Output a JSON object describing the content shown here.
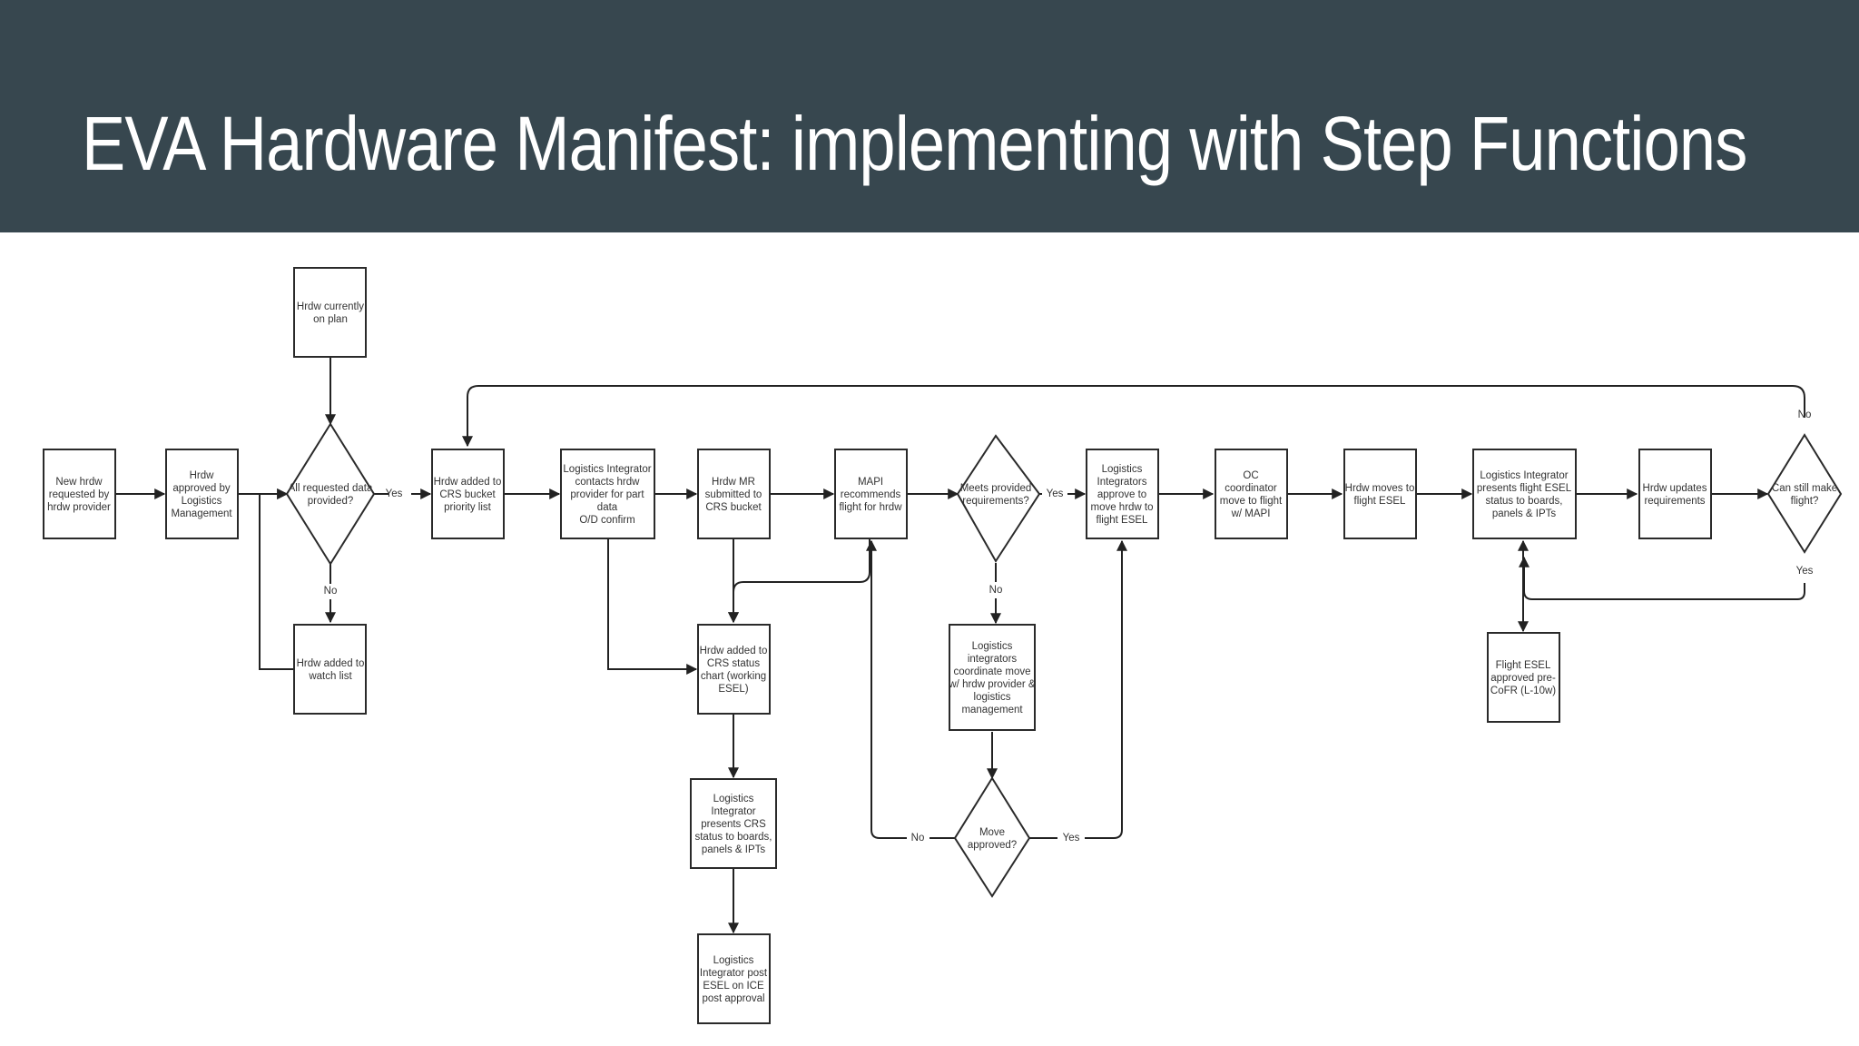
{
  "title": "EVA Hardware Manifest: implementing with Step Functions",
  "nodes": {
    "new_hrdw": [
      "New hrdw",
      "requested by",
      "hrdw provider"
    ],
    "approved": [
      "Hrdw",
      "approved by",
      "Logistics",
      "Management"
    ],
    "current_plan": [
      "Hrdw currently",
      "on plan"
    ],
    "data_provided": [
      "All requested data",
      "provided?"
    ],
    "watch_list": [
      "Hrdw added to",
      "watch list"
    ],
    "crs_bucket": [
      "Hrdw added to",
      "CRS bucket",
      "priority list"
    ],
    "li_contacts": [
      "Logistics Integrator",
      "contacts hrdw",
      "provider for part",
      "data",
      "O/D confirm"
    ],
    "mr_submitted": [
      "Hrdw MR",
      "submitted to",
      "CRS bucket"
    ],
    "crs_chart": [
      "Hrdw added to",
      "CRS status",
      "chart (working",
      "ESEL)"
    ],
    "li_presents_crs": [
      "Logistics",
      "Integrator",
      "presents CRS",
      "status to boards,",
      "panels & IPTs"
    ],
    "li_post_esel": [
      "Logistics",
      "Integrator post",
      "ESEL on ICE",
      "post approval"
    ],
    "mapi_recommends": [
      "MAPI",
      "recommends",
      "flight for hrdw"
    ],
    "meets_req": [
      "Meets provided",
      "requirements?"
    ],
    "li_coordinate": [
      "Logistics",
      "integrators",
      "coordinate move",
      "w/ hrdw provider &",
      "logistics",
      "management"
    ],
    "move_approved": [
      "Move",
      "approved?"
    ],
    "li_approve": [
      "Logistics",
      "Integrators",
      "approve to",
      "move hrdw to",
      "flight ESEL"
    ],
    "oc_coordinator": [
      "OC",
      "coordinator",
      "move to flight",
      "w/ MAPI"
    ],
    "moves_flight": [
      "Hrdw moves to",
      "flight ESEL"
    ],
    "li_presents_flight": [
      "Logistics Integrator",
      "presents flight ESEL",
      "status to boards,",
      "panels & IPTs"
    ],
    "flight_approved": [
      "Flight ESEL",
      "approved pre-",
      "CoFR (L-10w)"
    ],
    "updates_req": [
      "Hrdw updates",
      "requirements"
    ],
    "still_make": [
      "Can still make",
      "flight?"
    ]
  },
  "edge_labels": {
    "yes": "Yes",
    "no": "No"
  }
}
